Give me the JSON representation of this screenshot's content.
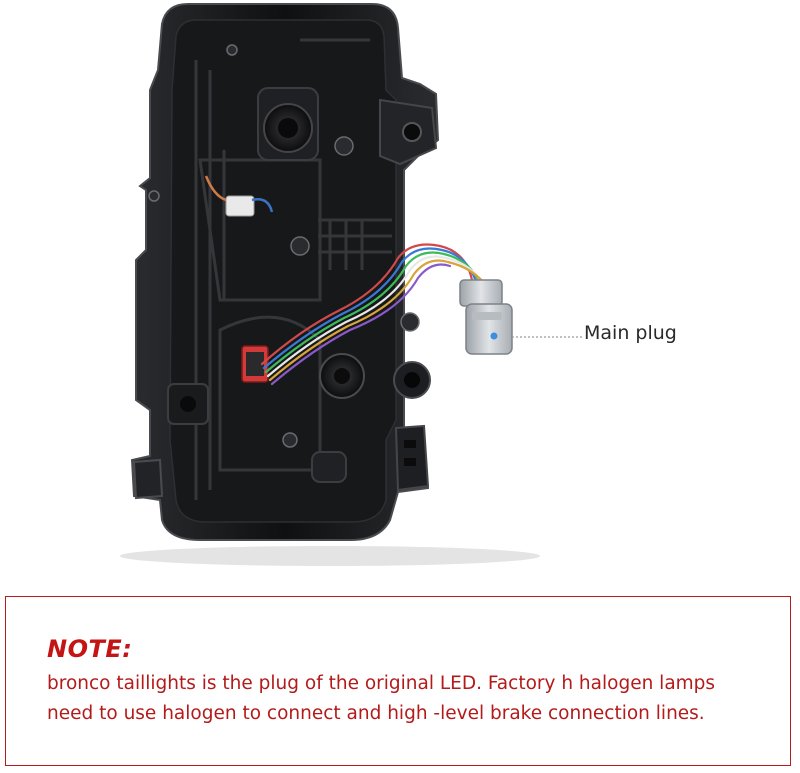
{
  "product_image": {
    "subject": "taillight-rear-housing",
    "callout": {
      "label": "Main plug"
    },
    "colors": {
      "housing": "#1c1d1f",
      "housing_edge": "#3a3b3e",
      "plug": "#c9cdd1",
      "plug_indicator": "#3c8ee0"
    }
  },
  "note": {
    "title": "NOTE:",
    "lines": [
      "bronco taillights is the plug of the original LED. Factory h halogen lamps",
      "need to use halogen to connect and high -level brake connection lines."
    ],
    "colors": {
      "border": "#b51e1e",
      "title": "#c41414",
      "text": "#b51a1a"
    }
  }
}
